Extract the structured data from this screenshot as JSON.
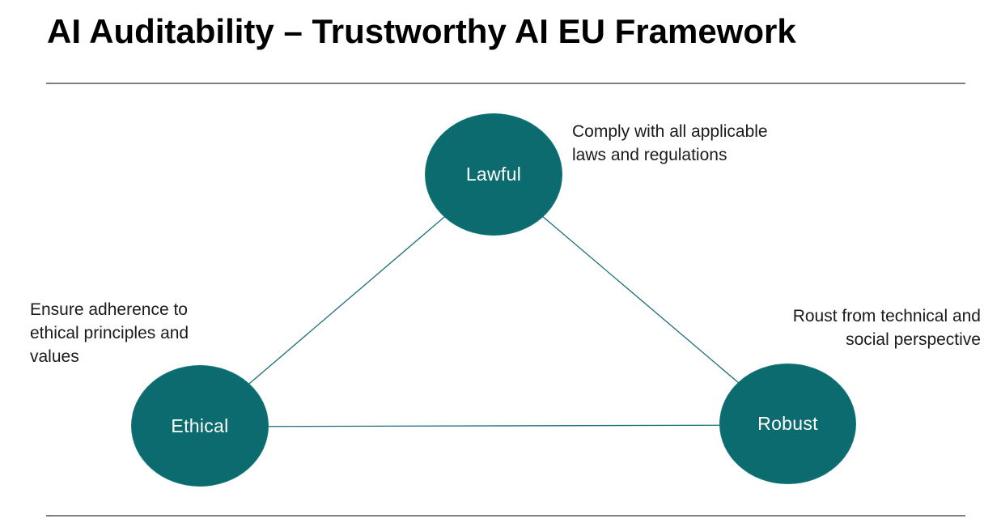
{
  "title": "AI Auditability – Trustworthy AI EU Framework",
  "colors": {
    "node_fill": "#0b6b6e",
    "connector_line": "#1a6f78",
    "divider_line": "#7f7f7f",
    "node_label_text": "#ffffff",
    "annotation_text": "#1a1a1a",
    "title_text": "#000000",
    "background": "#ffffff"
  },
  "diagram": {
    "nodes": [
      {
        "id": "lawful",
        "label": "Lawful",
        "annotation": "Comply with all applicable\nlaws and regulations"
      },
      {
        "id": "ethical",
        "label": "Ethical",
        "annotation": "Ensure adherence to\nethical principles and\nvalues"
      },
      {
        "id": "robust",
        "label": "Robust",
        "annotation": "Roust from technical and\nsocial perspective"
      }
    ],
    "edges": [
      {
        "from": "lawful",
        "to": "ethical"
      },
      {
        "from": "lawful",
        "to": "robust"
      },
      {
        "from": "ethical",
        "to": "robust"
      }
    ]
  }
}
